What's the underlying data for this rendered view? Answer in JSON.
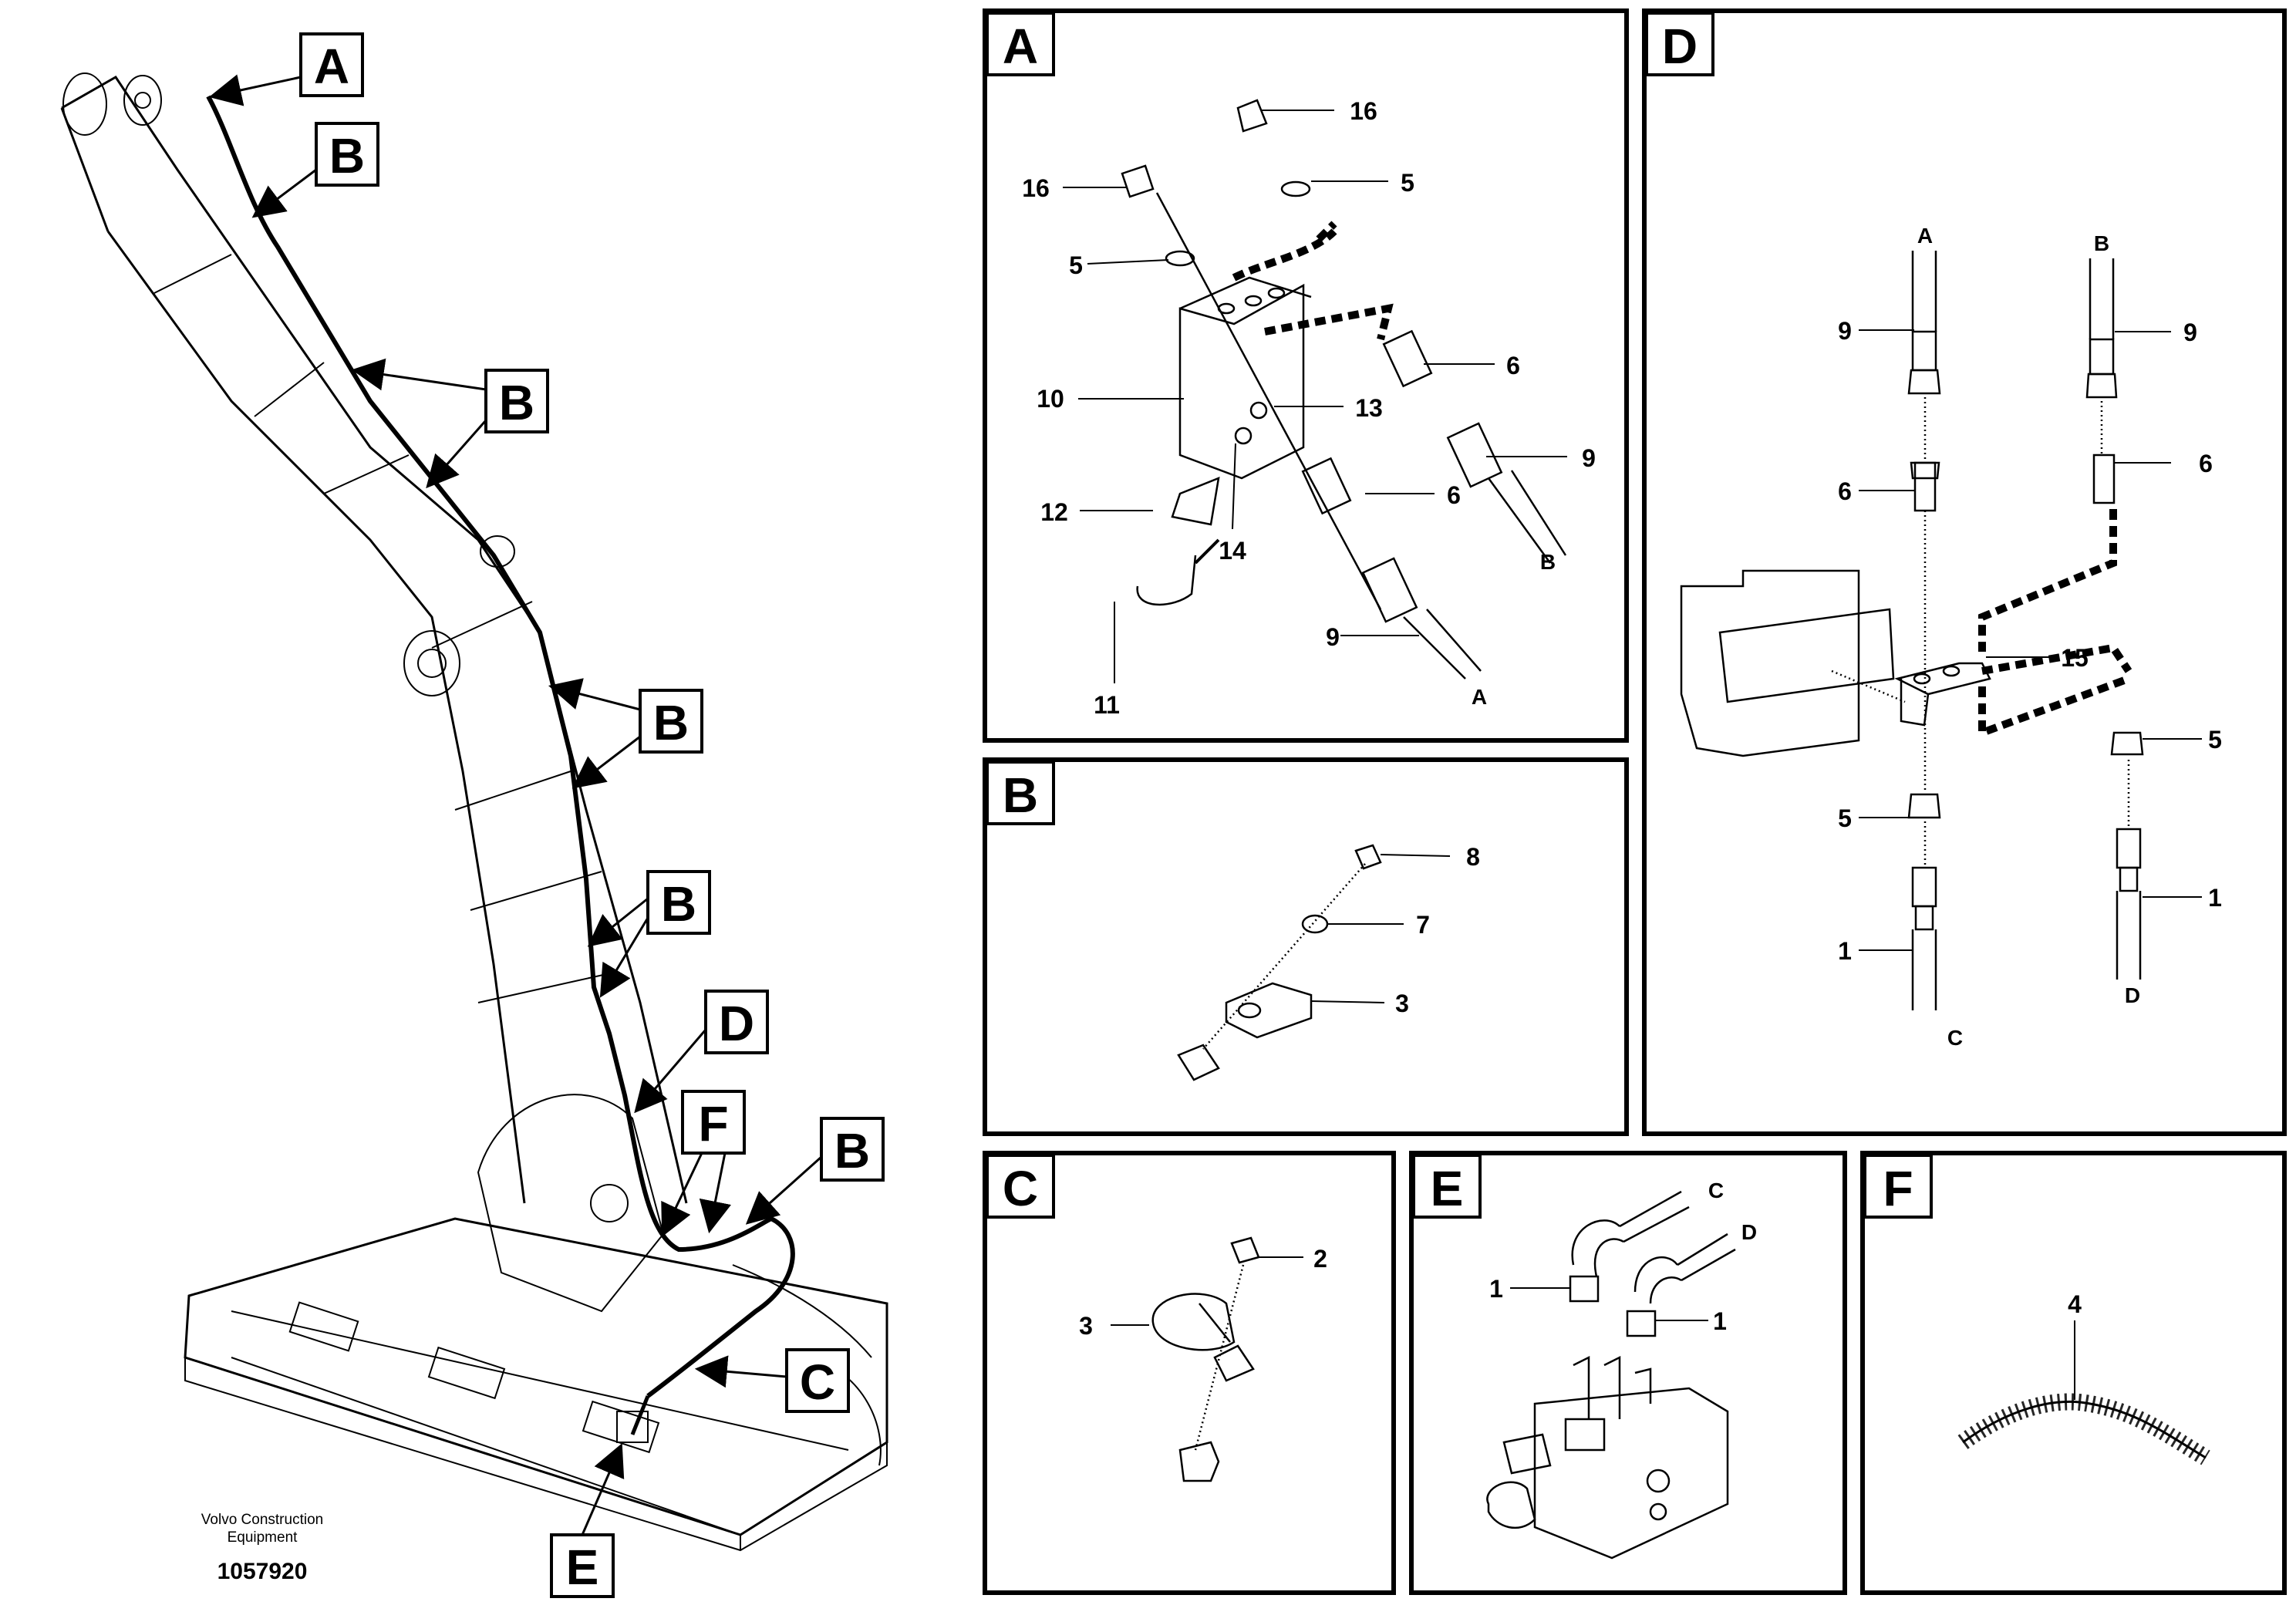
{
  "overview": {
    "labels": [
      {
        "id": "A",
        "text": "A"
      },
      {
        "id": "B1",
        "text": "B"
      },
      {
        "id": "B2",
        "text": "B"
      },
      {
        "id": "B3",
        "text": "B"
      },
      {
        "id": "B4",
        "text": "B"
      },
      {
        "id": "B5",
        "text": "B"
      },
      {
        "id": "C",
        "text": "C"
      },
      {
        "id": "D",
        "text": "D"
      },
      {
        "id": "E",
        "text": "E"
      },
      {
        "id": "F",
        "text": "F"
      }
    ],
    "credit_line1": "Volvo Construction",
    "credit_line2": "Equipment",
    "doc_number": "1057920"
  },
  "panels": {
    "A": {
      "title": "A",
      "callouts": [
        "16",
        "16",
        "5",
        "5",
        "10",
        "13",
        "6",
        "6",
        "9",
        "9",
        "12",
        "14",
        "11"
      ],
      "ends": [
        "B",
        "A"
      ]
    },
    "B": {
      "title": "B",
      "callouts": [
        "8",
        "7",
        "3"
      ]
    },
    "C": {
      "title": "C",
      "callouts": [
        "2",
        "3"
      ]
    },
    "D": {
      "title": "D",
      "callouts": [
        "9",
        "9",
        "6",
        "6",
        "15",
        "5",
        "5",
        "1",
        "1"
      ],
      "ends": [
        "A",
        "B",
        "C",
        "D"
      ]
    },
    "E": {
      "title": "E",
      "callouts": [
        "1",
        "1"
      ],
      "ends": [
        "C",
        "D"
      ]
    },
    "F": {
      "title": "F",
      "callouts": [
        "4"
      ]
    }
  }
}
